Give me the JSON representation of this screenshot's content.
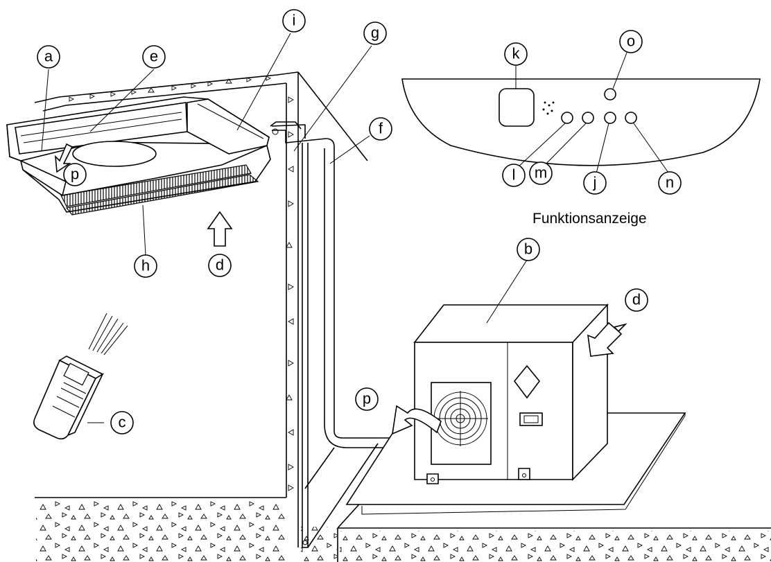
{
  "caption": "Funktionsanzeige",
  "labels": {
    "a": "a",
    "b": "b",
    "c": "c",
    "d_indoor": "d",
    "d_outdoor": "d",
    "e": "e",
    "f": "f",
    "g": "g",
    "h": "h",
    "i": "i",
    "j": "j",
    "k": "k",
    "l": "l",
    "m": "m",
    "n": "n",
    "o": "o",
    "p_indoor": "p",
    "p_outdoor": "p"
  }
}
